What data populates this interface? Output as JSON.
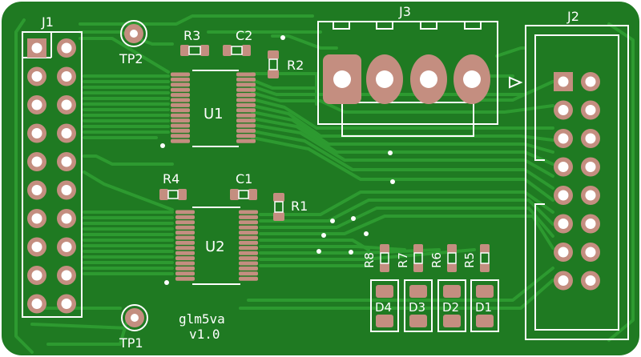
{
  "board": {
    "label": "glm5va",
    "version": "v1.0",
    "colors": {
      "soldermask": "#1f7a22",
      "trace": "#2d9a30",
      "copper_pad": "#c48e80",
      "drill": "#ffffff",
      "silkscreen": "#ffffff",
      "edge": "#ffffff"
    }
  },
  "components": {
    "J1": {
      "ref": "J1",
      "type": "pin-header-2x10"
    },
    "J2": {
      "ref": "J2",
      "type": "box-header-2x8"
    },
    "J3": {
      "ref": "J3",
      "type": "terminal-block-4"
    },
    "U1": {
      "ref": "U1",
      "type": "SSOP"
    },
    "U2": {
      "ref": "U2",
      "type": "SSOP"
    },
    "R1": {
      "ref": "R1"
    },
    "R2": {
      "ref": "R2"
    },
    "R3": {
      "ref": "R3"
    },
    "R4": {
      "ref": "R4"
    },
    "R5": {
      "ref": "R5"
    },
    "R6": {
      "ref": "R6"
    },
    "R7": {
      "ref": "R7"
    },
    "R8": {
      "ref": "R8"
    },
    "C1": {
      "ref": "C1"
    },
    "C2": {
      "ref": "C2"
    },
    "D1": {
      "ref": "D1"
    },
    "D2": {
      "ref": "D2"
    },
    "D3": {
      "ref": "D3"
    },
    "D4": {
      "ref": "D4"
    },
    "TP1": {
      "ref": "TP1"
    },
    "TP2": {
      "ref": "TP2"
    }
  }
}
